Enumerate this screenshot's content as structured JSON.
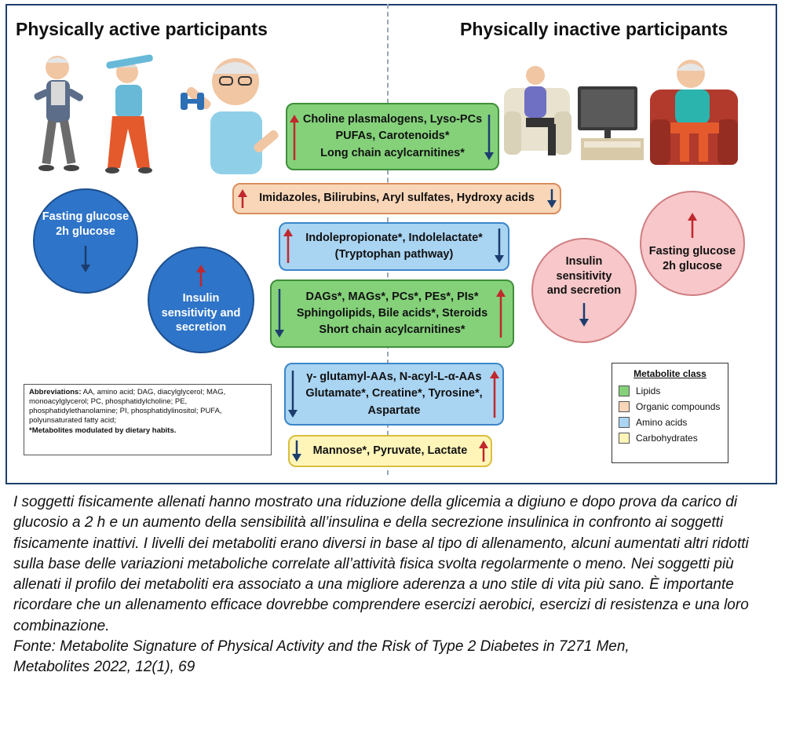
{
  "headings": {
    "left": "Physically active participants",
    "right": "Physically inactive participants"
  },
  "metabolite_boxes": {
    "lipids_top": [
      "Choline plasmalogens, Lyso-PCs",
      "PUFAs, Carotenoids*",
      "Long chain acylcarnitines*"
    ],
    "organic": [
      "Imidazoles, Bilirubins, Aryl sulfates, Hydroxy acids"
    ],
    "amino_trp": [
      "Indolepropionate*, Indolelactate*",
      "(Tryptophan pathway)"
    ],
    "lipids_bottom": [
      "DAGs*, MAGs*, PCs*, PEs*, PIs*",
      "Sphingolipids, Bile acids*, Steroids",
      "Short chain acylcarnitines*"
    ],
    "amino_bottom": [
      "γ- glutamyl-AAs, N-acyl-L-α-AAs",
      "Glutamate*, Creatine*, Tyrosine*,",
      "Aspartate"
    ],
    "carbs": [
      "Mannose*, Pyruvate, Lactate"
    ]
  },
  "circles": {
    "active_glucose": [
      "Fasting glucose",
      "2h glucose"
    ],
    "active_insulin": [
      "Insulin",
      "sensitivity and",
      "secretion"
    ],
    "inactive_insulin": [
      "Insulin",
      "sensitivity",
      "and secretion"
    ],
    "inactive_glucose": [
      "Fasting glucose",
      "2h glucose"
    ]
  },
  "abbreviations": {
    "label": "Abbreviations:",
    "text": "AA, amino acid; DAG, diacylglycerol; MAG, monoacylglycerol; PC, phosphatidylcholine; PE, phosphatidylethanolamine; PI, phosphatidylinositol; PUFA, polyunsaturated fatty acid;",
    "note": "*Metabolites modulated by dietary habits."
  },
  "legend": {
    "title": "Metabolite class",
    "items": [
      {
        "label": "Lipids",
        "color": "#84d17a"
      },
      {
        "label": "Organic compounds",
        "color": "#f9d6b8"
      },
      {
        "label": "Amino acids",
        "color": "#a9d4f2"
      },
      {
        "label": "Carbohydrates",
        "color": "#fff5b9"
      }
    ]
  },
  "colors": {
    "arrow_up": "#c0282d",
    "arrow_down": "#1c3d6e"
  },
  "caption": {
    "body": "I soggetti fisicamente allenati hanno mostrato una riduzione della glicemia a digiuno e dopo prova da carico di glucosio a 2 h e un aumento della sensibilità all’insulina e della secrezione insulinica in confronto ai soggetti fisicamente inattivi. I livelli dei metaboliti erano diversi in base al tipo di allenamento, alcuni aumentati altri ridotti sulla base delle variazioni metaboliche correlate all’attività fisica svolta regolarmente o meno. Nei soggetti più allenati il profilo dei metaboliti era associato a una migliore aderenza a uno stile di vita più sano. È importante ricordare che un allenamento efficace dovrebbe comprendere esercizi aerobici, esercizi di resistenza e una loro combinazione.",
    "source_line1": "Fonte:  Metabolite Signature of Physical Activity and the Risk of Type 2 Diabetes in 7271 Men,",
    "source_line2": "Metabolites 2022, 12(1), 69"
  }
}
